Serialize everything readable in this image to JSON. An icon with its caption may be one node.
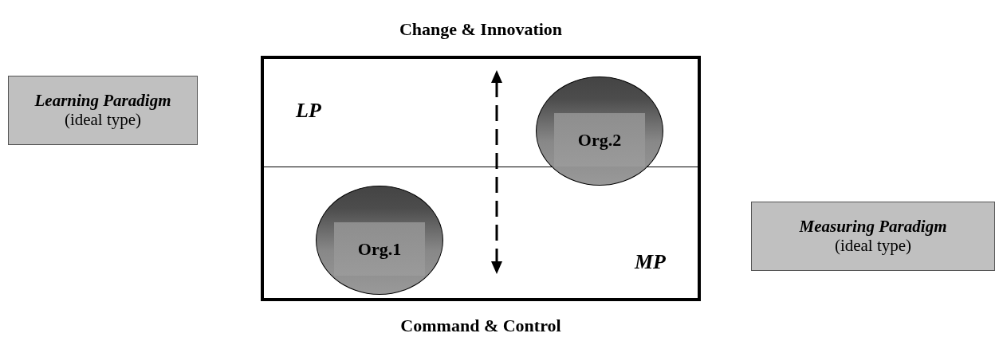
{
  "diagram": {
    "nodes": [
      {
        "text": [
          "Learning Paradigm",
          "(ideal type)"
        ]
      },
      {
        "text": [],
        "shape": "box"
      },
      {
        "text": [
          "LP"
        ],
        "in": 1
      },
      {
        "text": [
          "MP"
        ],
        "in": 1
      },
      {
        "text": [
          "Org.1"
        ],
        "in": 3
      },
      {
        "text": [
          "Org.2"
        ],
        "in": 1
      },
      {
        "text": [
          "Measuring Paradigm",
          "(ideal type)"
        ]
      }
    ],
    "labels": [
      "Change & Innovation",
      "Command & Control"
    ]
  }
}
